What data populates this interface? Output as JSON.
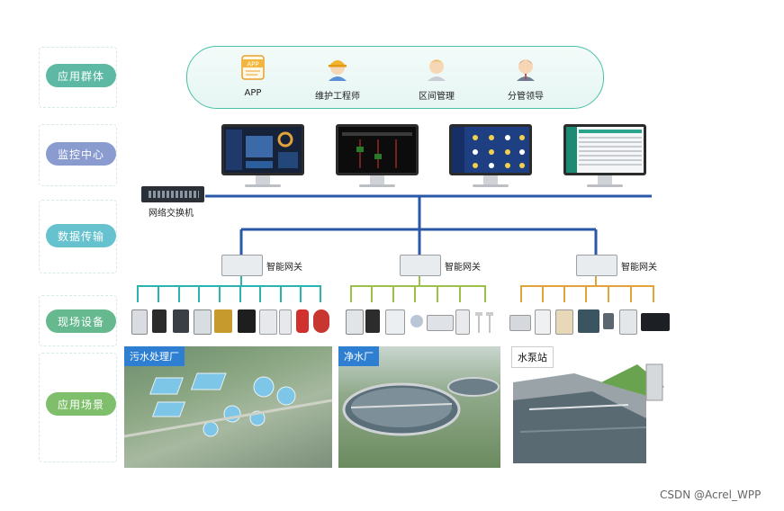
{
  "rows": [
    {
      "label": "应用群体",
      "color": "#5db9a4"
    },
    {
      "label": "监控中心",
      "color": "#8a9bd0"
    },
    {
      "label": "数据传输",
      "color": "#67c2cf"
    },
    {
      "label": "现场设备",
      "color": "#66b98f"
    },
    {
      "label": "应用场景",
      "color": "#7fbf6c"
    }
  ],
  "users": [
    {
      "label": "APP",
      "icon": "app-icon"
    },
    {
      "label": "维护工程师",
      "icon": "engineer-icon"
    },
    {
      "label": "区间管理",
      "icon": "manager-icon"
    },
    {
      "label": "分管领导",
      "icon": "leader-icon"
    }
  ],
  "switch_label": "网络交换机",
  "gateways": [
    {
      "label": "智能网关",
      "line_color": "#2ab3b0"
    },
    {
      "label": "智能网关",
      "line_color": "#9cc14a"
    },
    {
      "label": "智能网关",
      "line_color": "#e3a33b"
    }
  ],
  "scenes": [
    {
      "label": "污水处理厂"
    },
    {
      "label": "净水厂"
    },
    {
      "label": "水泵站"
    }
  ],
  "watermark": "CSDN @Acrel_WPP",
  "colors": {
    "network": "#2a58a8",
    "accent": "#49c1a7"
  }
}
